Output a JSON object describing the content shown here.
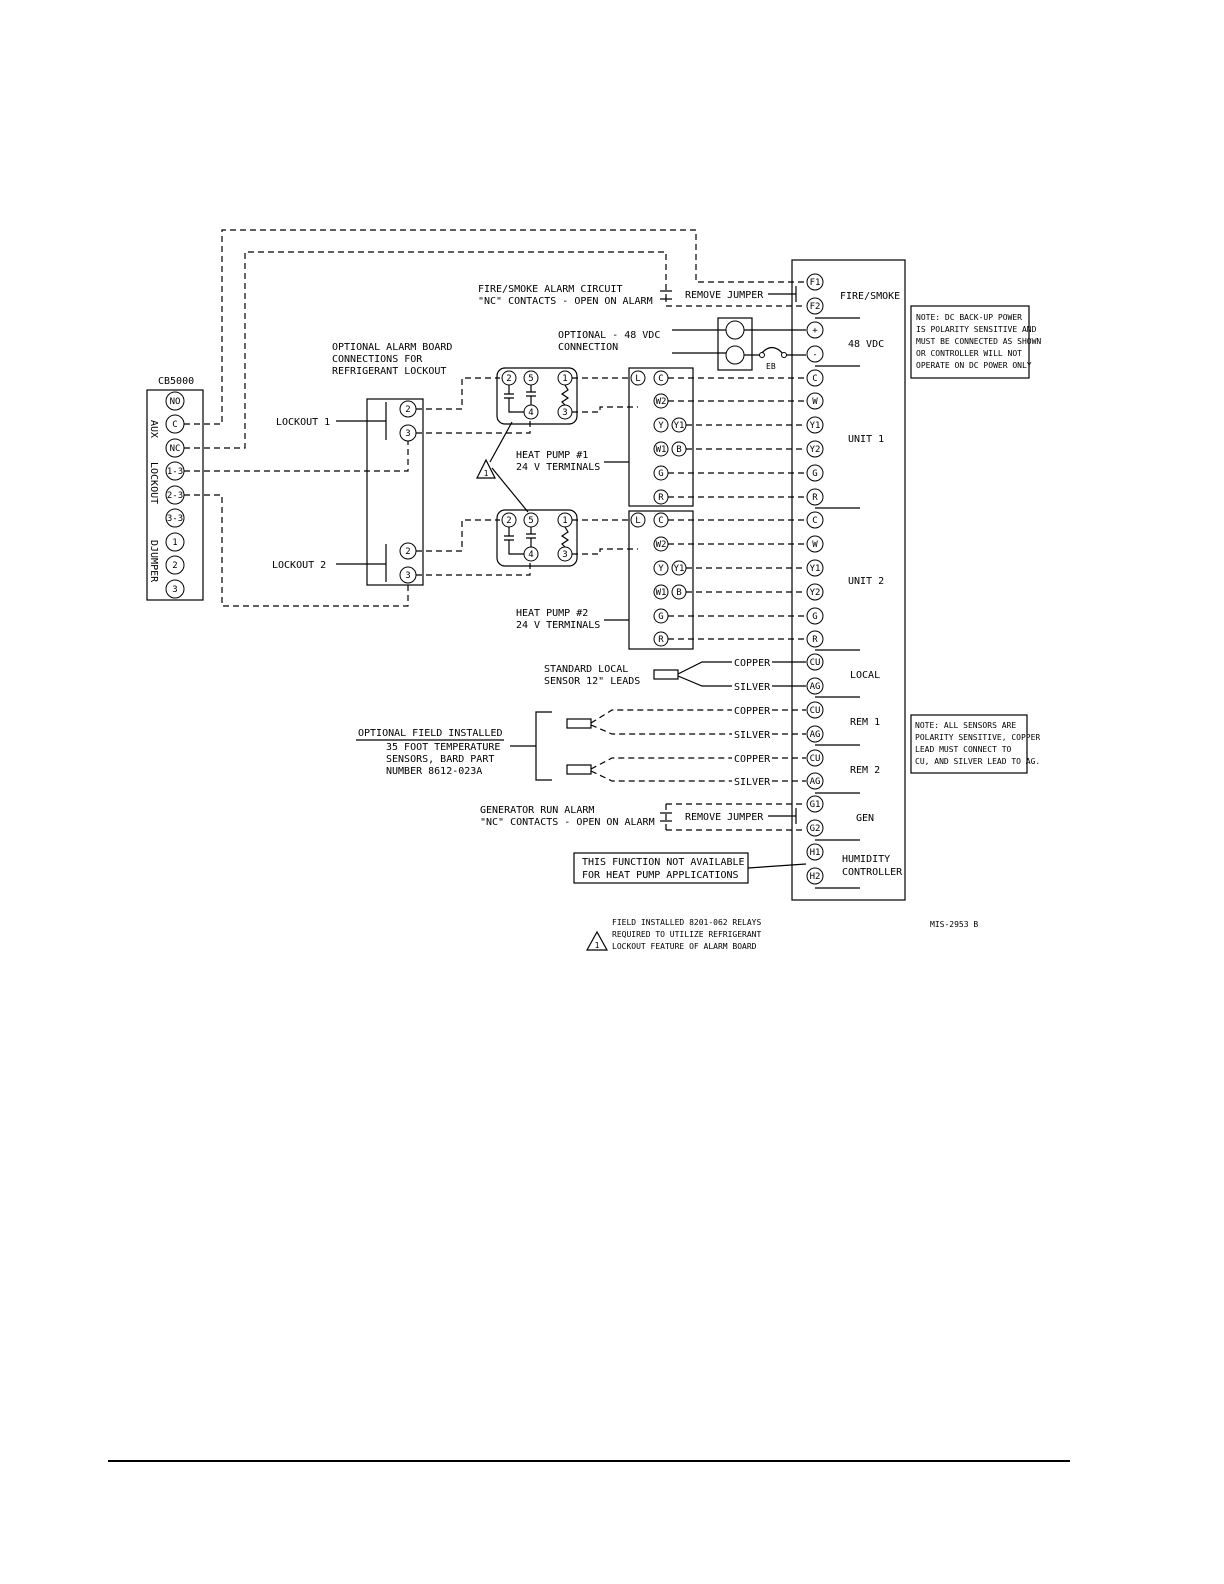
{
  "cb5000": {
    "title": "CB5000",
    "group_labels": [
      "AUX",
      "LOCKOUT",
      "DJUMPER"
    ],
    "terminals": [
      "NO",
      "C",
      "NC",
      "1-3",
      "2-3",
      "3-3",
      "1",
      "2",
      "3"
    ]
  },
  "alarm_board": {
    "caption": [
      "OPTIONAL ALARM BOARD",
      "CONNECTIONS FOR",
      "REFRIGERANT LOCKOUT"
    ],
    "lockout1_label": "LOCKOUT 1",
    "lockout2_label": "LOCKOUT 2",
    "terminals": [
      "2",
      "3"
    ]
  },
  "relay": {
    "top_terminals": [
      "2",
      "5",
      "1"
    ],
    "bottom_terminals": [
      "4",
      "3"
    ],
    "note_marker": "1"
  },
  "heat_pump_1": {
    "label": [
      "HEAT PUMP #1",
      "24 V TERMINALS"
    ],
    "terminals": [
      "L",
      "C",
      "W2",
      "Y",
      "Y1",
      "W1",
      "B",
      "G",
      "R"
    ]
  },
  "heat_pump_2": {
    "label": [
      "HEAT PUMP #2",
      "24 V TERMINALS"
    ],
    "terminals": [
      "L",
      "C",
      "W2",
      "Y",
      "Y1",
      "W1",
      "B",
      "G",
      "R"
    ]
  },
  "fire_smoke": {
    "caption": [
      "FIRE/SMOKE ALARM CIRCUIT",
      "\"NC\" CONTACTS - OPEN ON ALARM"
    ],
    "jumper_label": "REMOVE JUMPER"
  },
  "dc_power": {
    "caption": [
      "OPTIONAL - 48 VDC",
      "CONNECTION"
    ],
    "eb_label": "EB"
  },
  "controller": {
    "terminals": [
      "F1",
      "F2",
      "+",
      "-",
      "C",
      "W",
      "Y1",
      "Y2",
      "G",
      "R",
      "C",
      "W",
      "Y1",
      "Y2",
      "G",
      "R",
      "CU",
      "AG",
      "CU",
      "AG",
      "CU",
      "AG",
      "G1",
      "G2",
      "H1",
      "H2"
    ],
    "section_labels": [
      "FIRE/SMOKE",
      "48 VDC",
      "UNIT 1",
      "UNIT 2",
      "LOCAL",
      "REM 1",
      "REM 2",
      "GEN",
      "HUMIDITY",
      "CONTROLLER"
    ]
  },
  "sensors": {
    "standard_caption": [
      "STANDARD LOCAL",
      "SENSOR 12\" LEADS"
    ],
    "optional_caption": [
      "OPTIONAL FIELD INSTALLED",
      "35 FOOT TEMPERATURE",
      "SENSORS, BARD PART",
      "NUMBER 8612-023A"
    ],
    "copper_label": "COPPER",
    "silver_label": "SILVER"
  },
  "generator": {
    "caption": [
      "GENERATOR RUN ALARM",
      "\"NC\" CONTACTS - OPEN ON ALARM"
    ],
    "jumper_label": "REMOVE JUMPER"
  },
  "humidity_note": [
    "THIS FUNCTION NOT AVAILABLE",
    "FOR HEAT PUMP APPLICATIONS"
  ],
  "note_dc_power": [
    "NOTE: DC BACK-UP POWER",
    "IS POLARITY SENSITIVE AND",
    "MUST BE CONNECTED AS SHOWN",
    "OR CONTROLLER WILL NOT",
    "OPERATE ON DC POWER ONLY"
  ],
  "note_sensors": [
    "NOTE: ALL SENSORS ARE",
    "POLARITY SENSITIVE, COPPER",
    "LEAD MUST CONNECT TO",
    "CU, AND SILVER LEAD TO AG."
  ],
  "footnote": {
    "marker": "1",
    "text": [
      "FIELD INSTALLED 8201-062 RELAYS",
      "REQUIRED TO UTILIZE REFRIGERANT",
      "LOCKOUT FEATURE OF ALARM BOARD"
    ]
  },
  "drawing_number": "MIS-2953 B"
}
